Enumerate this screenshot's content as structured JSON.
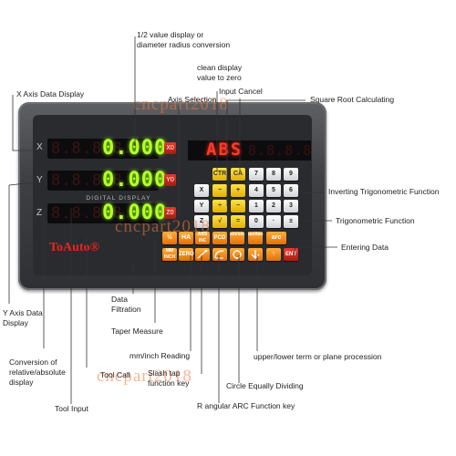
{
  "axes": [
    {
      "letter": "X",
      "value": "0.000",
      "key": "X0"
    },
    {
      "letter": "Y",
      "value": "0.000",
      "key": "Y0"
    },
    {
      "letter": "Z",
      "value": "0.000",
      "key": "Z0"
    }
  ],
  "ghost_digits": "8.8.8.8.",
  "digital_display": "DIGITAL DISPLAY",
  "message_display": "ABS",
  "message_ghost": "8.8.8.8",
  "brand": "ToAuto®",
  "watermark": "cncpart2018",
  "keypad": {
    "row1": [
      "CTR",
      "CA",
      "7",
      "8",
      "9"
    ],
    "row2": [
      "X",
      "+",
      "4",
      "5",
      "6"
    ],
    "row3": [
      "Y",
      "÷",
      "1",
      "2",
      "3"
    ],
    "row4": [
      "Z",
      "√",
      "=",
      "0",
      "·",
      "±"
    ],
    "row5": [
      "½",
      "HA",
      "ABS INC",
      "PCD",
      "sin/sin",
      "tan/tan",
      "arc"
    ],
    "row6": [
      "MM INCH",
      "ZERO",
      "",
      "",
      "",
      "↑",
      "ENT"
    ]
  },
  "labels": {
    "half": "1/2 value display or\ndiameter radius conversion",
    "clean": "clean display\nvalue to zero",
    "x_axis": "X Axis Data Display",
    "axis_sel": "Axis Selection",
    "input_cancel": "Input Cancel",
    "sqrt": "Square Root Calculating",
    "inv_trig": "Inverting Trigonometric Function",
    "trig": "Trigonometric Function",
    "entering": "Entering Data",
    "y_axis": "Y Axis Data\nDisplay",
    "data_filt": "Data\nFiltration",
    "taper": "Taper Measure",
    "conv": "Conversion of\nrelative/absolute\ndisplay",
    "mm_inch": "mm/inch Reading",
    "upper_lower": "upper/lower term or plane procession",
    "tool_call": "Tool Call",
    "slash_tap": "Slash tap\nfunction key",
    "circle": "Circle Equally Dividing",
    "tool_input": "Tool Input",
    "r_angular": "R angular ARC Function key"
  }
}
